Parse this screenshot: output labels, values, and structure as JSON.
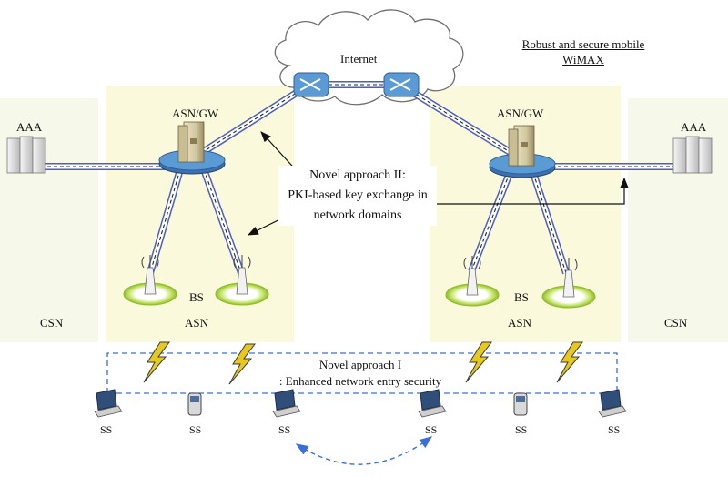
{
  "title": {
    "line1": "Robust and secure mobile",
    "line2": "WiMAX"
  },
  "internet_label": "Internet",
  "left": {
    "aaa": "AAA",
    "asn_gw": "ASN/GW",
    "bs": "BS",
    "asn": "ASN",
    "csn": "CSN"
  },
  "right": {
    "aaa": "AAA",
    "asn_gw": "ASN/GW",
    "bs": "BS",
    "asn": "ASN",
    "csn": "CSN"
  },
  "approach2": {
    "line1": "Novel approach II:",
    "line2": "PKI-based key exchange in",
    "line3": "network domains"
  },
  "approach1": {
    "title": "Novel approach I",
    "subtitle": ": Enhanced network entry security"
  },
  "subscribers": [
    "SS",
    "SS",
    "SS",
    "SS",
    "SS",
    "SS"
  ],
  "colors": {
    "link_blue": "#4a5fc0",
    "dashed_blue": "#3a6fd8",
    "router_blue": "#5b9bd5",
    "bs_ring": "#a6d23a",
    "lightning": "#e8c81a",
    "csn_zone": "#f6f8ea",
    "asn_zone": "#fbf9dc"
  }
}
